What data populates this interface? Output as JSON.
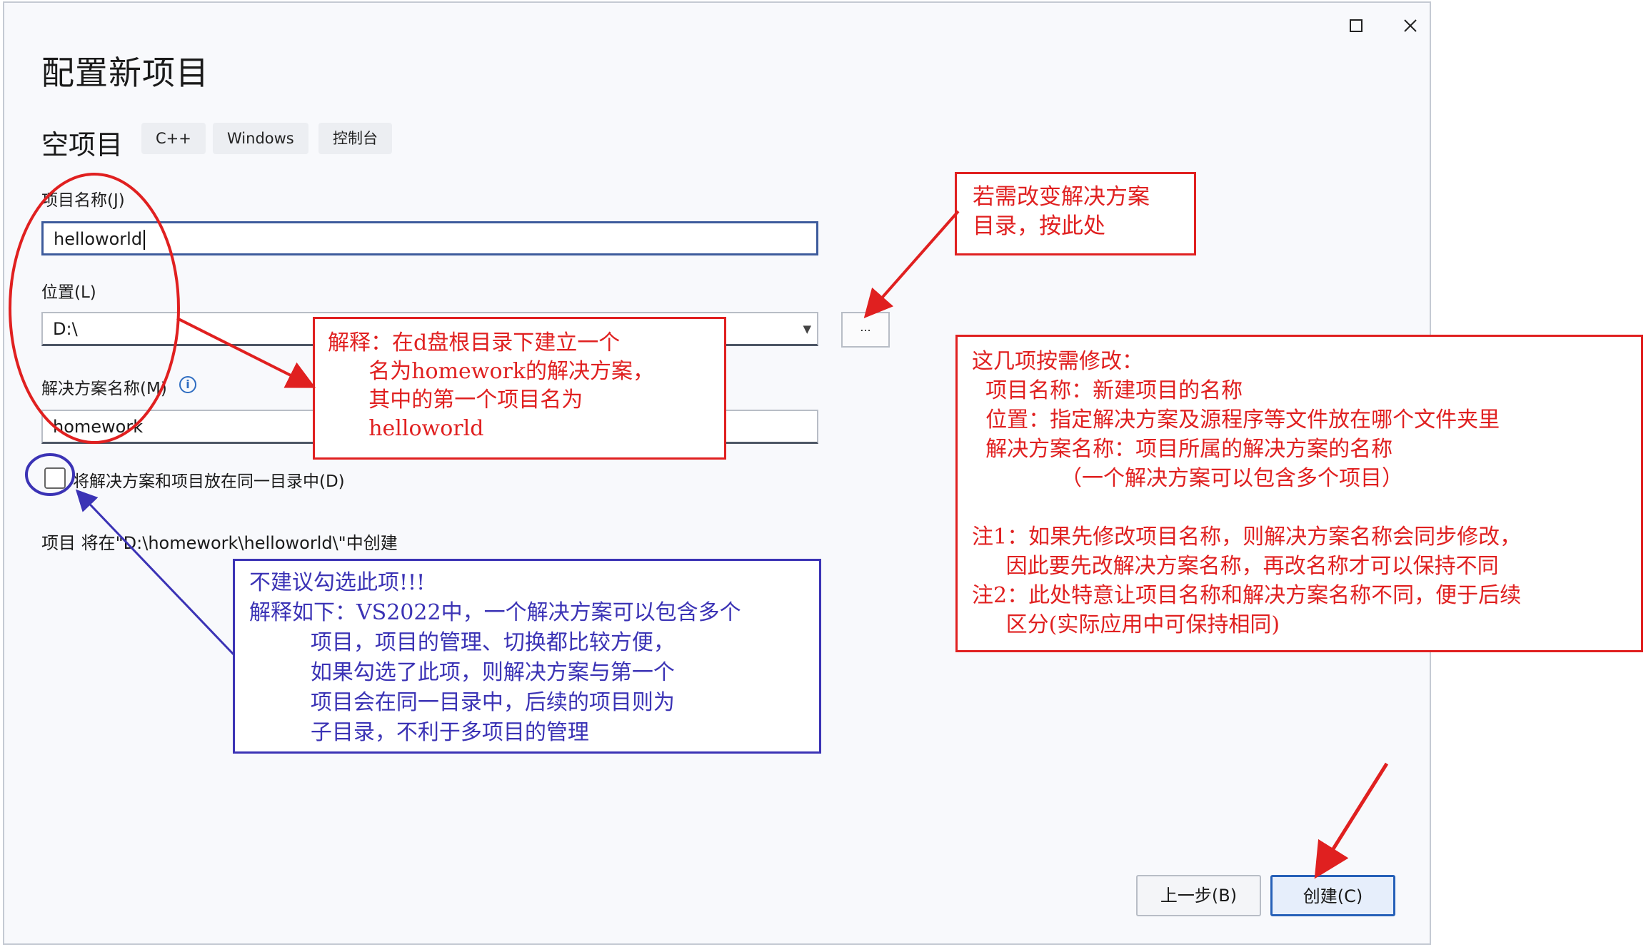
{
  "dialog": {
    "title": "配置新项目",
    "template_name": "空项目",
    "tags": [
      "C++",
      "Windows",
      "控制台"
    ],
    "window_controls": {
      "maximize_icon": "maximize-icon",
      "close_icon": "close-icon"
    }
  },
  "form": {
    "project_name_label": "项目名称(J)",
    "project_name_value": "helloworld",
    "location_label": "位置(L)",
    "location_value": "D:\\",
    "browse_label": "...",
    "solution_name_label": "解决方案名称(M)",
    "solution_name_value": "homework",
    "same_dir_label": "将解决方案和项目放在同一目录中(D)",
    "same_dir_checked": false,
    "result_path": "项目 将在\"D:\\homework\\helloworld\\\"中创建"
  },
  "buttons": {
    "back": "上一步(B)",
    "create": "创建(C)"
  },
  "annotations": {
    "browse_note": "若需改变解决方案\n目录，按此处",
    "location_note": "解释：在d盘根目录下建立一个\n      名为homework的解决方案，\n      其中的第一个项目名为\n      helloworld",
    "fields_note": "这几项按需修改：\n  项目名称：新建项目的名称\n  位置：指定解决方案及源程序等文件放在哪个文件夹里\n  解决方案名称：项目所属的解决方案的名称\n             （一个解决方案可以包含多个项目）\n\n注1：如果先修改项目名称，则解决方案名称会同步修改，\n     因此要先改解决方案名称，再改名称才可以保持不同\n注2：此处特意让项目名称和解决方案名称不同，便于后续\n     区分(实际应用中可保持相同)",
    "checkbox_note": "不建议勾选此项!!!\n解释如下：VS2022中，一个解决方案可以包含多个\n         项目，项目的管理、切换都比较方便，\n         如果勾选了此项，则解决方案与第一个\n         项目会在同一目录中，后续的项目则为\n         子目录，不利于多项目的管理"
  },
  "colors": {
    "annotation_red": "#e02020",
    "annotation_blue": "#3b33b5",
    "primary_button_border": "#2660b8"
  }
}
